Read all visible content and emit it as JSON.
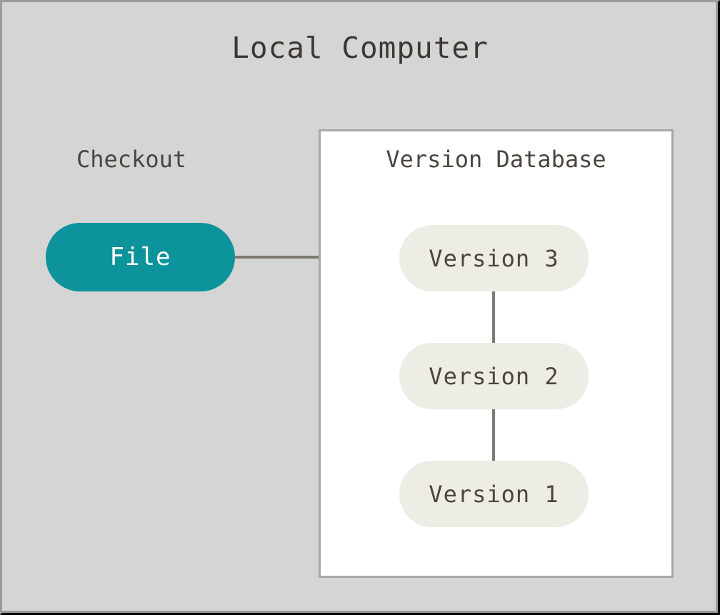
{
  "diagram": {
    "title": "Local Computer",
    "background_color": "#d5d5d5",
    "frame_border_color": "#9c9c9c"
  },
  "checkout": {
    "label": "Checkout",
    "file_node": {
      "label": "File",
      "fill_color": "#0d939b",
      "text_color": "#ffffff"
    }
  },
  "version_database": {
    "title": "Version Database",
    "panel_fill": "#ffffff",
    "panel_border": "#a8a8a8",
    "node_fill": "#eeede5",
    "node_text_color": "#4a4540",
    "versions": [
      {
        "label": "Version 3"
      },
      {
        "label": "Version 2"
      },
      {
        "label": "Version 1"
      }
    ]
  },
  "connectors": {
    "color": "#7f7a74",
    "file_to_version3": "horizontal",
    "version3_to_version2": "vertical",
    "version2_to_version1": "vertical"
  }
}
